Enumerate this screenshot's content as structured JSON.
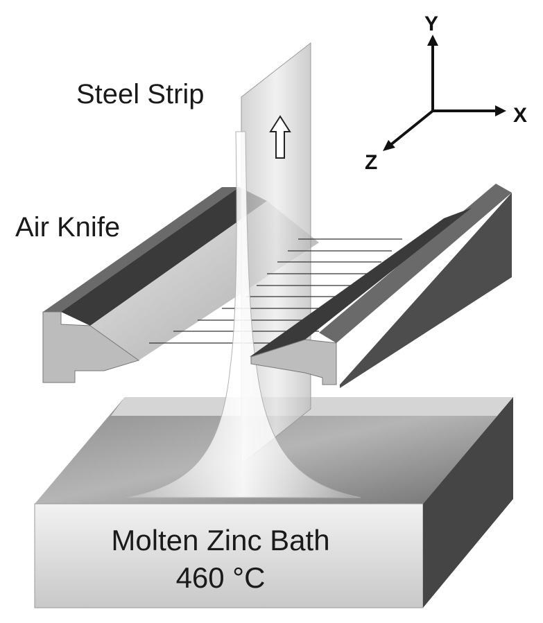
{
  "labels": {
    "strip": "Steel Strip",
    "knife": "Air Knife",
    "bath_line1": "Molten Zinc Bath",
    "bath_line2": "460 °C"
  },
  "axes": {
    "y": "Y",
    "x": "X",
    "z": "Z"
  },
  "colors": {
    "bath_front": "#dcdcdc",
    "bath_side": "#4a4a4a",
    "knife_light": "#cfcfcf",
    "knife_dark": "#5a5a5a",
    "strip": "#d8d8d8"
  }
}
